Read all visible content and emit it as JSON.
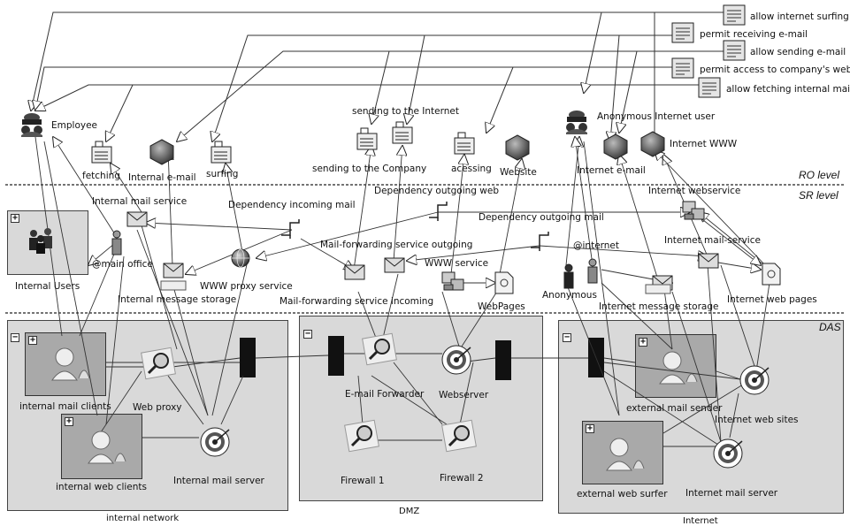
{
  "levels": {
    "ro": "RO level",
    "sr": "SR level",
    "das": "DAS"
  },
  "policies": [
    "allow internet surfing",
    "permit receiving e-mail",
    "allow sending e-mail",
    "permit access to company's web",
    "allow fetching internal mail"
  ],
  "ro": {
    "employee": "Employee",
    "fetching": "fetching",
    "internal_email": "Internal e-mail",
    "surfing": "surfing",
    "sending_to_internet": "sending to the Internet",
    "sending_to_company": "sending to the Company",
    "acessing": "acessing",
    "website": "Website",
    "anonymous_user": "Anonymous Internet user",
    "internet_email": "Internet e-mail",
    "internet_www": "Internet WWW"
  },
  "sr": {
    "internal_users": "Internal Users",
    "main_office": "@main office",
    "internal_mail_service": "Internal mail service",
    "dep_incoming_mail": "Dependency incoming mail",
    "dep_outgoing_web": "Dependency outgoing web",
    "dep_outgoing_mail": "Dependency outgoing mail",
    "mf_outgoing": "Mail-forwarding service outgoing",
    "www_service": "WWW service",
    "at_internet": "@internet",
    "internet_webservice": "Internet webservice",
    "internet_mail_service": "Internet mail-service",
    "www_proxy_service": "WWW proxy service",
    "internal_message_storage": "Internal message storage",
    "mf_incoming": "Mail-forwarding service incoming",
    "webpages": "WebPages",
    "anonymous": "Anonymous",
    "internet_message_storage": "Internet message storage",
    "internet_web_pages": "Internet web pages"
  },
  "das": {
    "internal_network": "internal network",
    "internal_mail_clients": "internal mail clients",
    "web_proxy": "Web proxy",
    "internal_web_clients": "internal web clients",
    "internal_mail_server": "Internal mail server",
    "dmz": "DMZ",
    "email_forwarder": "E-mail Forwarder",
    "webserver": "Webserver",
    "firewall1": "Firewall 1",
    "firewall2": "Firewall 2",
    "internet": "Internet",
    "external_mail_sender": "external mail sender",
    "internet_web_sites": "Internet web sites",
    "external_web_surfer": "external web surfer",
    "internet_mail_server": "Internet mail server"
  },
  "controls": {
    "expand": "+",
    "collapse": "−"
  }
}
